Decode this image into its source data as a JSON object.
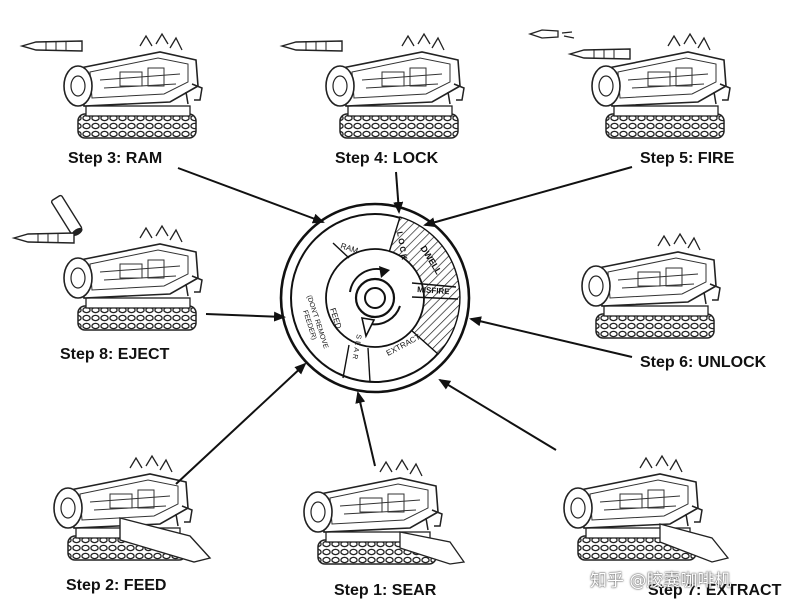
{
  "steps": [
    {
      "id": "ram",
      "label": "Step 3: RAM"
    },
    {
      "id": "lock",
      "label": "Step 4: LOCK"
    },
    {
      "id": "fire",
      "label": "Step 5: FIRE"
    },
    {
      "id": "eject",
      "label": "Step 8: EJECT"
    },
    {
      "id": "unlock",
      "label": "Step 6: UNLOCK"
    },
    {
      "id": "feed",
      "label": "Step 2: FEED"
    },
    {
      "id": "sear",
      "label": "Step 1: SEAR"
    },
    {
      "id": "extract",
      "label": "Step 7: EXTRACT"
    }
  ],
  "dial": {
    "ram": "RAM",
    "lock": "LOCK",
    "dwell": "DWELL",
    "misfire": "MISFIRE",
    "extract": "EXTRACT",
    "sear": "SEAR",
    "feed": "FEED",
    "feed_note_1": "(DON'T REMOVE",
    "feed_note_2": "FEEDER)"
  },
  "watermark": "知乎 @胶囊咖啡机"
}
